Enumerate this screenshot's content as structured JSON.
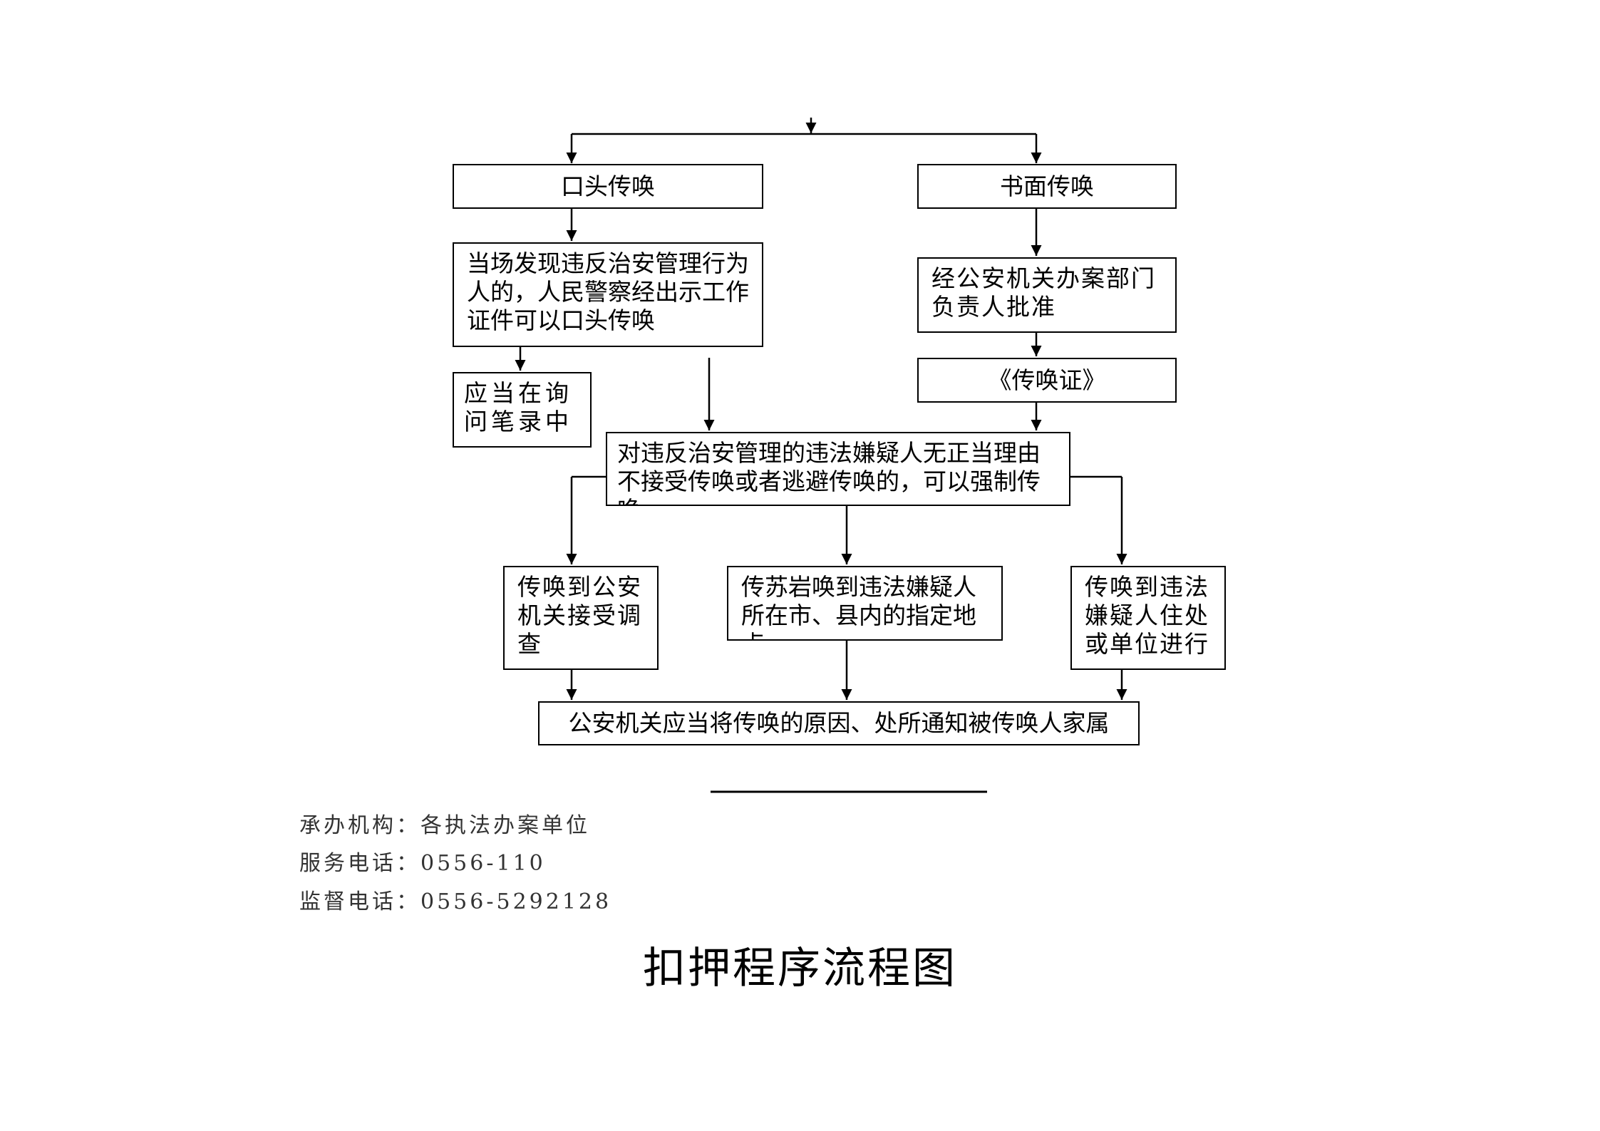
{
  "flow": {
    "oral_summons": "口头传唤",
    "written_summons": "书面传唤",
    "oral_condition": "当场发现违反治安管理行为人的，人民警察经出示工作证件可以口头传唤",
    "approval": "经公安机关办案部门负责人批准",
    "summons_certificate": "《传唤证》",
    "record_note": "应当在询问笔录中",
    "forced_summons": "对违反治安管理的违法嫌疑人无正当理由不接受传唤或者逃避传唤的，可以强制传唤",
    "to_police": "传唤到公安机关接受调查",
    "to_designated_place": "传苏岩唤到违法嫌疑人所在市、县内的指定地点",
    "to_residence": "传唤到违法嫌疑人住处或单位进行",
    "notify_family": "公安机关应当将传唤的原因、处所通知被传唤人家属"
  },
  "info": {
    "org_label": "承办机构：",
    "org_value": "各执法办案单位",
    "service_label": "服务电话：",
    "service_value": "0556-110",
    "supervise_label": "监督电话：",
    "supervise_value": "0556-5292128"
  },
  "title": "扣押程序流程图"
}
